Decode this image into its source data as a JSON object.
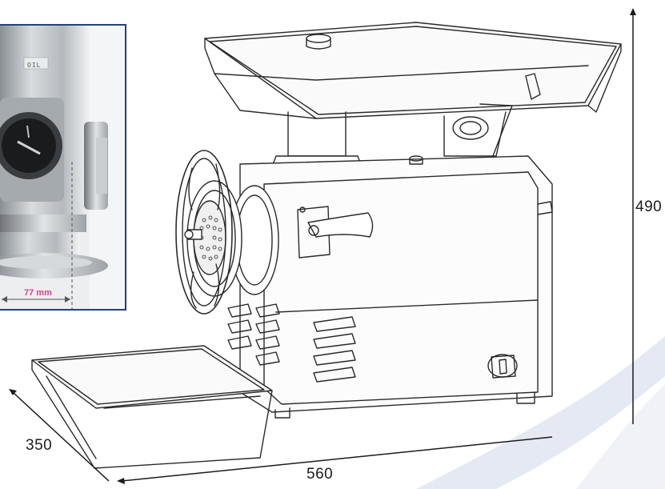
{
  "dimensions": {
    "height_label": "490",
    "depth_label": "350",
    "width_label": "560"
  },
  "inset": {
    "label_oil": "OIL",
    "measurement": "77 mm"
  },
  "colors": {
    "inset_border": "#25417a",
    "measurement_text": "#d6448f",
    "watermark_arc": "#dfe3f0",
    "line": "#2a2a2a"
  }
}
